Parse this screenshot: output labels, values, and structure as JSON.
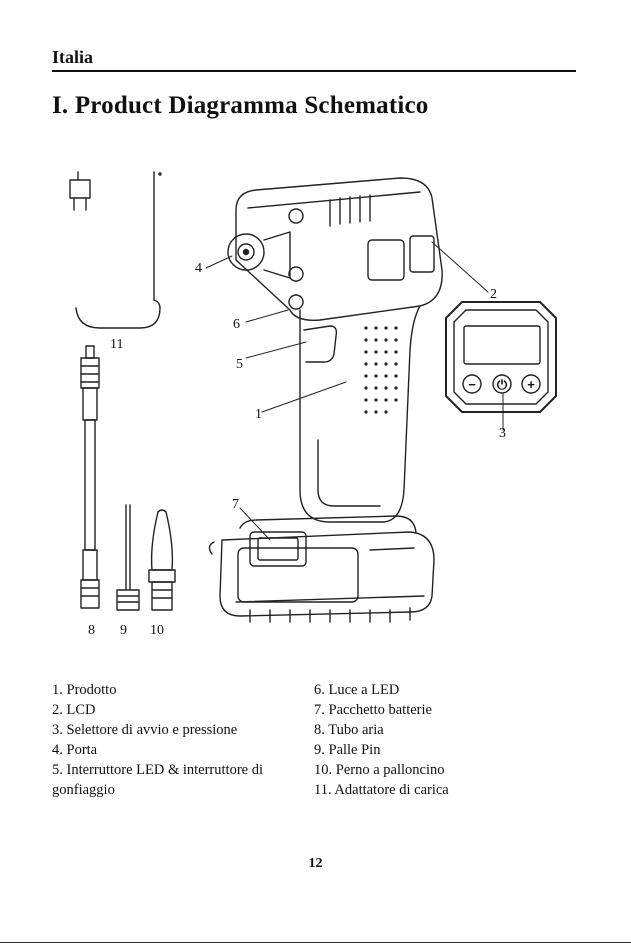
{
  "header": {
    "section": "Italia",
    "heading": "I. Product Diagramma Schematico"
  },
  "diagram": {
    "callouts": [
      "1",
      "2",
      "3",
      "4",
      "5",
      "6",
      "7",
      "8",
      "9",
      "10",
      "11"
    ],
    "lcd_buttons": {
      "minus": "−",
      "power": "⏻",
      "plus": "+"
    }
  },
  "legend": {
    "left": [
      "1. Prodotto",
      "2. LCD",
      "3. Selettore di avvio e pressione",
      "4. Porta",
      "5. Interruttore LED & interruttore di gonfiaggio"
    ],
    "right": [
      "6. Luce a LED",
      "7. Pacchetto batterie",
      "8. Tubo aria",
      "9. Palle Pin",
      "10. Perno a palloncino",
      "11. Adattatore di carica"
    ]
  },
  "footer": {
    "page_number": "12"
  }
}
